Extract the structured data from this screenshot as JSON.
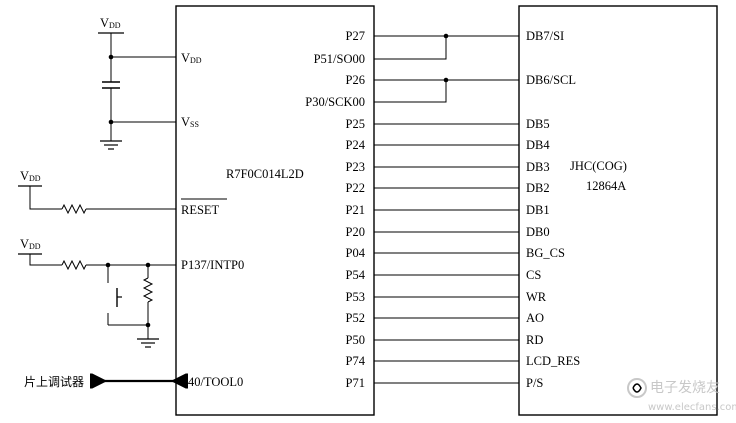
{
  "mcu": {
    "name": "R7F0C014L2D",
    "left_pins": {
      "vdd": {
        "main": "V",
        "sub": "DD"
      },
      "vss": {
        "main": "V",
        "sub": "SS"
      },
      "reset": "RESET",
      "intp": "P137/INTP0",
      "tool": "P40/TOOL0"
    },
    "right_pins": [
      "P27",
      "P51/SO00",
      "P26",
      "P30/SCK00",
      "P25",
      "P24",
      "P23",
      "P22",
      "P21",
      "P20",
      "P04",
      "P54",
      "P53",
      "P52",
      "P50",
      "P74",
      "P71"
    ]
  },
  "lcd": {
    "name": "JHC(COG)",
    "model": "12864A",
    "pins": [
      "DB7/SI",
      "DB6/SCL",
      "DB5",
      "DB4",
      "DB3",
      "DB2",
      "DB1",
      "DB0",
      "BG_CS",
      "CS",
      "WR",
      "AO",
      "RD",
      "LCD_RES",
      "P/S"
    ]
  },
  "supply": [
    {
      "main": "V",
      "sub": "DD"
    },
    {
      "main": "V",
      "sub": "DD"
    },
    {
      "main": "V",
      "sub": "DD"
    }
  ],
  "debugger_label": "片上调试器",
  "watermark": {
    "cn": "电子发烧友",
    "url": "www.elecfans.com"
  }
}
